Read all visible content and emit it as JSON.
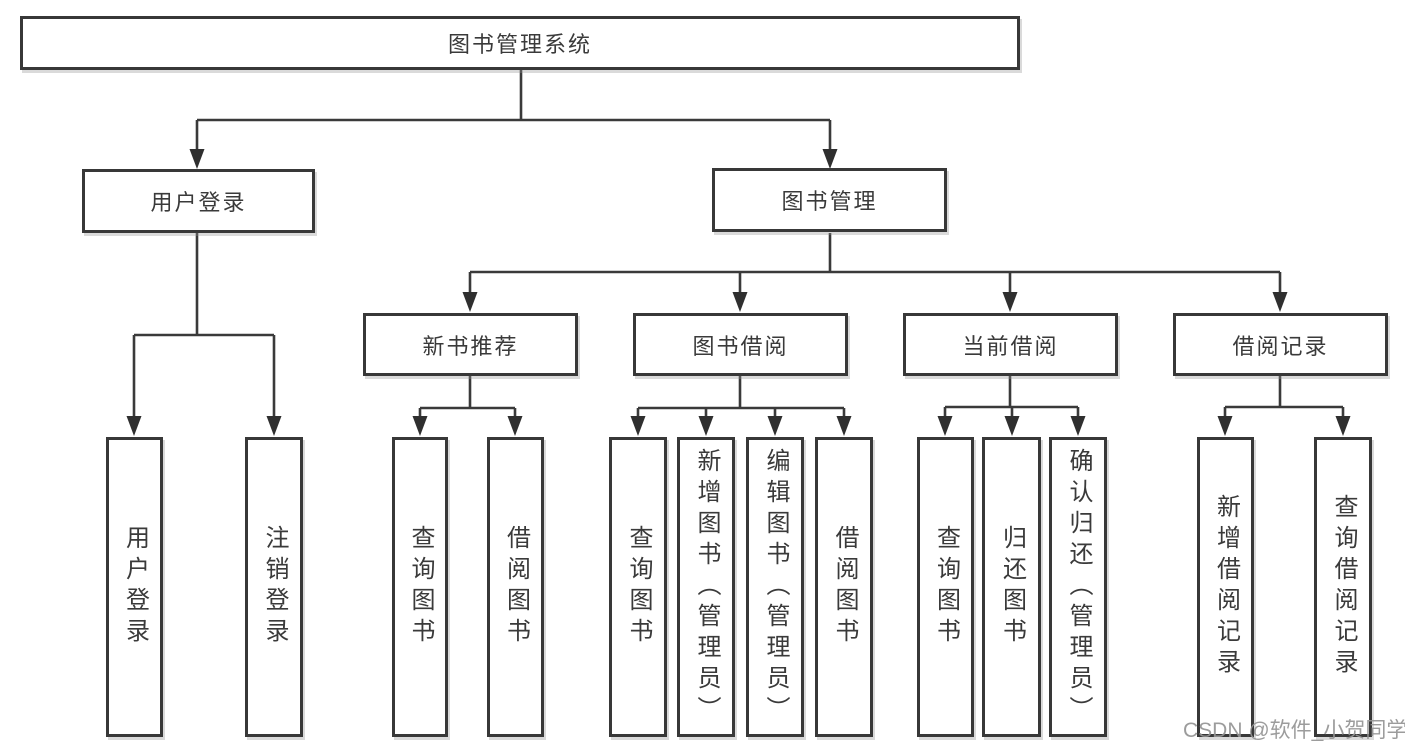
{
  "tree": {
    "label": "图书管理系统",
    "children": [
      {
        "label": "用户登录",
        "children": [
          {
            "label": "用户登录"
          },
          {
            "label": "注销登录"
          }
        ]
      },
      {
        "label": "图书管理",
        "children": [
          {
            "label": "新书推荐",
            "children": [
              {
                "label": "查询图书"
              },
              {
                "label": "借阅图书"
              }
            ]
          },
          {
            "label": "图书借阅",
            "children": [
              {
                "label": "查询图书"
              },
              {
                "label": "新增图书（管理员）"
              },
              {
                "label": "编辑图书（管理员）"
              },
              {
                "label": "借阅图书"
              }
            ]
          },
          {
            "label": "当前借阅",
            "children": [
              {
                "label": "查询图书"
              },
              {
                "label": "归还图书"
              },
              {
                "label": "确认归还（管理员）"
              }
            ]
          },
          {
            "label": "借阅记录",
            "children": [
              {
                "label": "新增借阅记录"
              },
              {
                "label": "查询借阅记录"
              }
            ]
          }
        ]
      }
    ]
  },
  "watermark": {
    "text": "CSDN @软件_小贺同学"
  },
  "colors": {
    "line": "#3a3a3a",
    "box_border": "#383838",
    "text": "#3a3a3a",
    "background": "#ffffff",
    "watermark": "#949494"
  }
}
